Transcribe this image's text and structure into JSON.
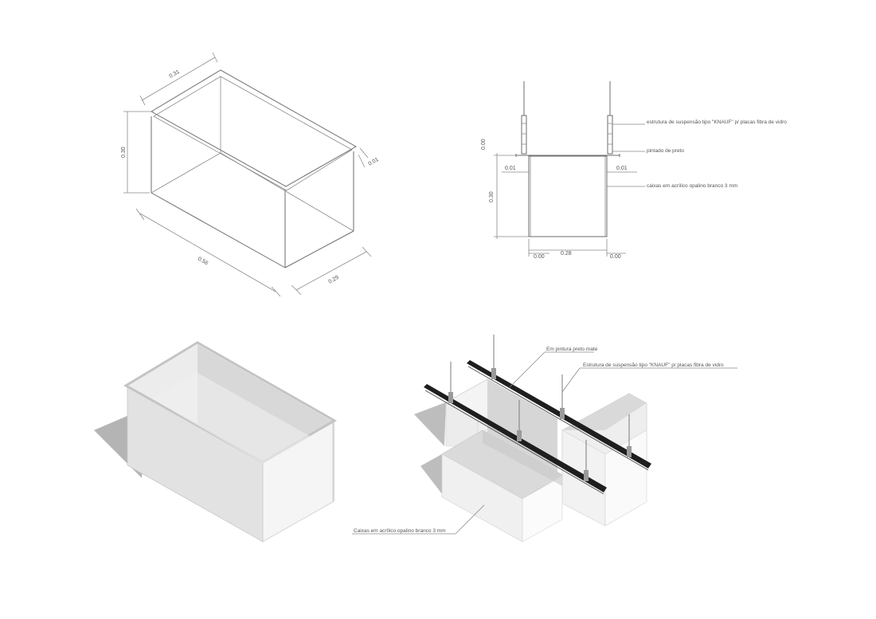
{
  "drawing": {
    "iso_dims": {
      "length": "0.56",
      "width": "0.29",
      "height": "0.30",
      "top": "0.31",
      "thickness": "0.01"
    },
    "section_dims": {
      "top_gap": "0.00",
      "left_offset": "0.01",
      "right_offset": "0.01",
      "height": "0.30",
      "width": "0.28",
      "bottom_left": "0.00",
      "bottom_right": "0.00"
    },
    "section_notes": {
      "suspension": "estrutura de suspensão tipo \"KNAUF\" p/ placas fibra de vidro",
      "paint": "pintado de preto",
      "box": "caixas em acrílico opalino branco 3 mm"
    },
    "perspective_notes": {
      "paint": "Em pintura preto mate",
      "suspension": "Estrutura de suspensão tipo \"KNAUF\" p/ placas fibra de vidro",
      "box": "Caixas em acrílico opalino branco 3 mm"
    },
    "colors": {
      "line": "#6e6e6e",
      "rail": "#1e1e1e",
      "shadow": "#b4b4b4",
      "panel": "#dcdcdc"
    }
  }
}
